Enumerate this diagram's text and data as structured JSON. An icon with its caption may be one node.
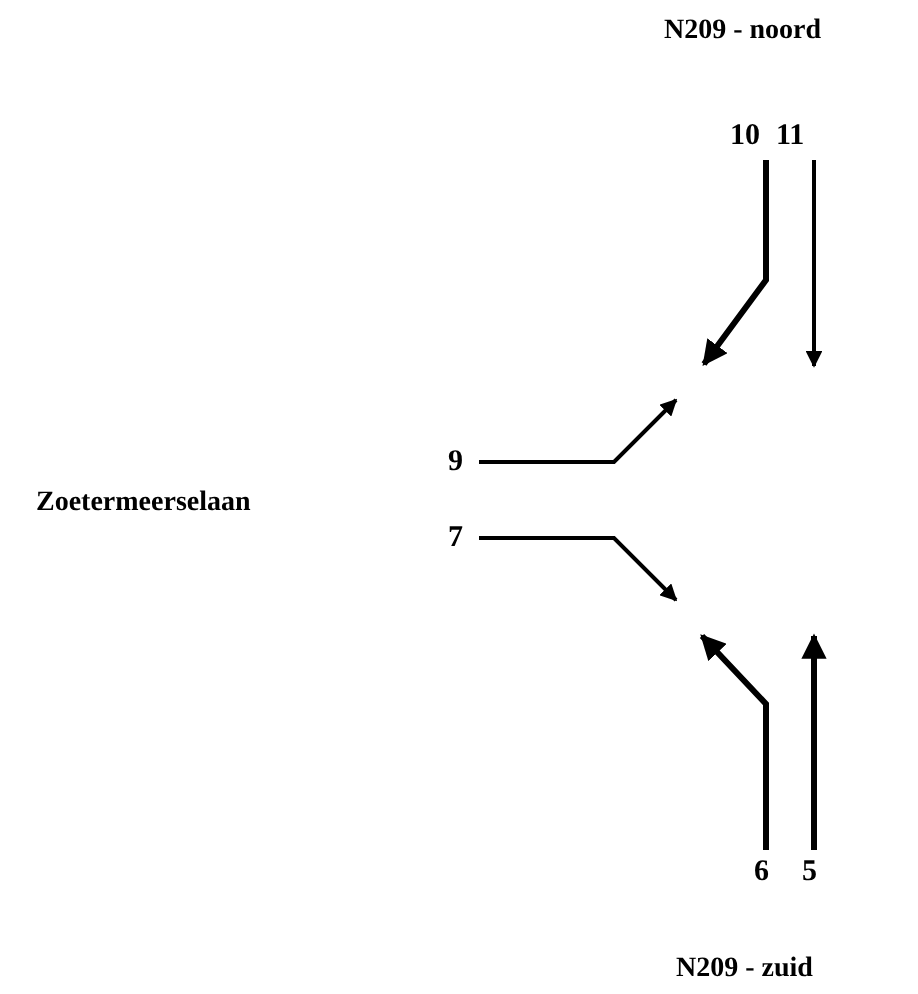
{
  "diagram": {
    "nodes": [
      {
        "text": [
          "10"
        ]
      },
      {
        "text": [
          "11"
        ]
      },
      {
        "text": [
          "9"
        ]
      },
      {
        "text": [
          "7"
        ]
      },
      {
        "text": [
          "6"
        ]
      },
      {
        "text": [
          "5"
        ]
      }
    ],
    "edges": [
      {
        "from": 0,
        "to": null,
        "arrow": "to"
      },
      {
        "from": 1,
        "to": null,
        "arrow": "to"
      },
      {
        "from": 2,
        "to": null,
        "arrow": "to"
      },
      {
        "from": 3,
        "to": null,
        "arrow": "to"
      },
      {
        "from": 4,
        "to": null,
        "arrow": "to"
      },
      {
        "from": 5,
        "to": null,
        "arrow": "to"
      }
    ],
    "labels": [
      "N209 - noord",
      "Zoetermeerselaan",
      "N209 - zuid"
    ]
  }
}
